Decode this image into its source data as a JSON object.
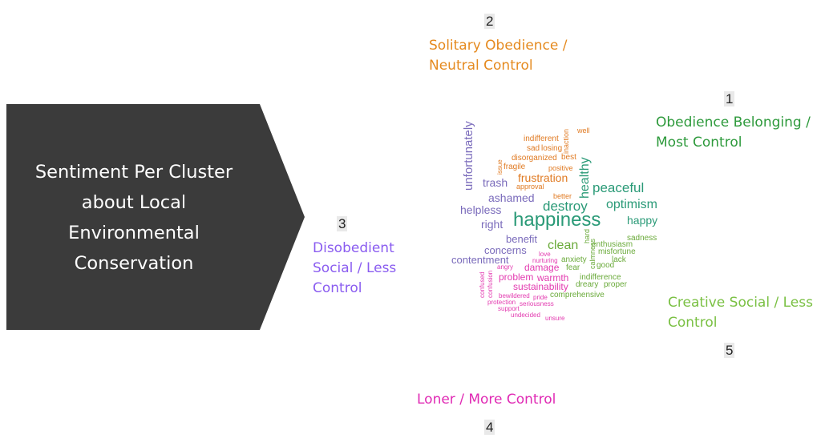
{
  "title_lines": [
    "Sentiment Per Cluster",
    "about Local",
    "Environmental",
    "Conservation"
  ],
  "clusters": [
    {
      "number": "1",
      "label_lines": [
        "Obedience Belonging /",
        "Most Control"
      ],
      "color": "#2e9a3c"
    },
    {
      "number": "2",
      "label_lines": [
        "Solitary Obedience /",
        "Neutral Control"
      ],
      "color": "#e58a1f"
    },
    {
      "number": "3",
      "label_lines": [
        "Disobedient",
        "Social / Less",
        "Control"
      ],
      "color": "#8a5cf0"
    },
    {
      "number": "4",
      "label_lines": [
        "Loner / More Control"
      ],
      "color": "#e02ab4"
    },
    {
      "number": "5",
      "label_lines": [
        "Creative Social / Less",
        "Control"
      ],
      "color": "#7ac043"
    }
  ],
  "word_cloud": [
    {
      "text": "unfortunately",
      "color": "#7a6bbb"
    },
    {
      "text": "indifferent",
      "color": "#e07a22"
    },
    {
      "text": "inaction",
      "color": "#e07a22"
    },
    {
      "text": "well",
      "color": "#e07a22"
    },
    {
      "text": "sad",
      "color": "#e07a22"
    },
    {
      "text": "losing",
      "color": "#e07a22"
    },
    {
      "text": "disorganized",
      "color": "#e07a22"
    },
    {
      "text": "best",
      "color": "#e07a22"
    },
    {
      "text": "issue",
      "color": "#e07a22"
    },
    {
      "text": "fragile",
      "color": "#e07a22"
    },
    {
      "text": "positive",
      "color": "#e07a22"
    },
    {
      "text": "healthy",
      "color": "#2a9a77"
    },
    {
      "text": "trash",
      "color": "#7a6bbb"
    },
    {
      "text": "frustration",
      "color": "#e07a22"
    },
    {
      "text": "approval",
      "color": "#e07a22"
    },
    {
      "text": "peaceful",
      "color": "#2a9a77"
    },
    {
      "text": "ashamed",
      "color": "#7a6bbb"
    },
    {
      "text": "better",
      "color": "#e07a22"
    },
    {
      "text": "destroy",
      "color": "#2a9a77"
    },
    {
      "text": "optimism",
      "color": "#2a9a77"
    },
    {
      "text": "helpless",
      "color": "#7a6bbb"
    },
    {
      "text": "happiness",
      "color": "#2a9a77"
    },
    {
      "text": "happy",
      "color": "#2a9a77"
    },
    {
      "text": "right",
      "color": "#7a6bbb"
    },
    {
      "text": "hard",
      "color": "#6aaa3a"
    },
    {
      "text": "sadness",
      "color": "#6aaa3a"
    },
    {
      "text": "benefit",
      "color": "#7a6bbb"
    },
    {
      "text": "clean",
      "color": "#6aaa3a"
    },
    {
      "text": "enthusiasm",
      "color": "#6aaa3a"
    },
    {
      "text": "concerns",
      "color": "#7a6bbb"
    },
    {
      "text": "calmness",
      "color": "#6aaa3a"
    },
    {
      "text": "misfortune",
      "color": "#6aaa3a"
    },
    {
      "text": "love",
      "color": "#e33bb0"
    },
    {
      "text": "anxiety",
      "color": "#6aaa3a"
    },
    {
      "text": "lack",
      "color": "#6aaa3a"
    },
    {
      "text": "contentment",
      "color": "#7a6bbb"
    },
    {
      "text": "nurturing",
      "color": "#e33bb0"
    },
    {
      "text": "angry",
      "color": "#e33bb0"
    },
    {
      "text": "damage",
      "color": "#e33bb0"
    },
    {
      "text": "fear",
      "color": "#6aaa3a"
    },
    {
      "text": "good",
      "color": "#6aaa3a"
    },
    {
      "text": "confused",
      "color": "#e33bb0"
    },
    {
      "text": "confusion",
      "color": "#e33bb0"
    },
    {
      "text": "problem",
      "color": "#e33bb0"
    },
    {
      "text": "warmth",
      "color": "#e33bb0"
    },
    {
      "text": "indifference",
      "color": "#6aaa3a"
    },
    {
      "text": "sustainability",
      "color": "#e33bb0"
    },
    {
      "text": "dreary",
      "color": "#6aaa3a"
    },
    {
      "text": "proper",
      "color": "#6aaa3a"
    },
    {
      "text": "bewildered",
      "color": "#e33bb0"
    },
    {
      "text": "pride",
      "color": "#e33bb0"
    },
    {
      "text": "comprehensive",
      "color": "#6aaa3a"
    },
    {
      "text": "protection",
      "color": "#e33bb0"
    },
    {
      "text": "seriousness",
      "color": "#e33bb0"
    },
    {
      "text": "support",
      "color": "#e33bb0"
    },
    {
      "text": "undecided",
      "color": "#e33bb0"
    },
    {
      "text": "unsure",
      "color": "#e33bb0"
    }
  ]
}
